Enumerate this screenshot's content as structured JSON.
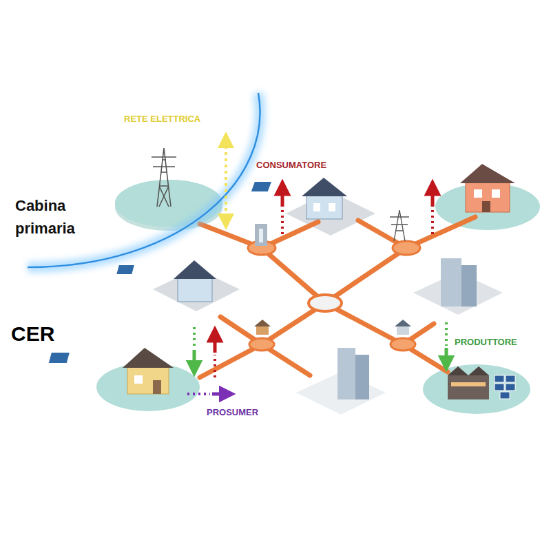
{
  "diagram": {
    "labels": [
      "RETE ELETTRICA",
      "CONSUMATORE",
      "Cabina primaria",
      "CER",
      "PRODUTTORE",
      "PROSUMER"
    ]
  }
}
